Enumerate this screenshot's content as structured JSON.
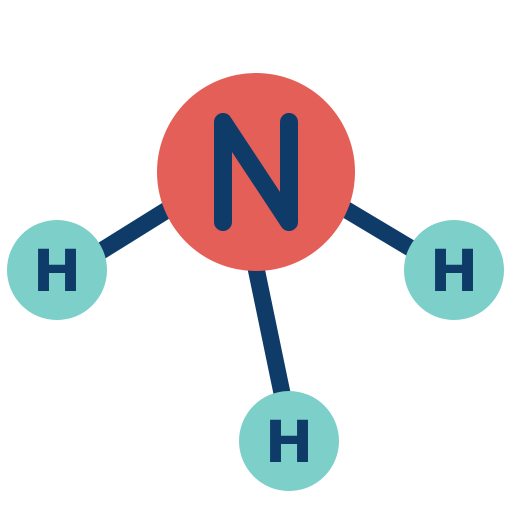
{
  "molecule": {
    "central_atom": {
      "symbol": "N",
      "color": "#E35F58"
    },
    "hydrogen_atoms": [
      {
        "symbol": "H",
        "color": "#7DCFC9"
      },
      {
        "symbol": "H",
        "color": "#7DCFC9"
      },
      {
        "symbol": "H",
        "color": "#7DCFC9"
      }
    ],
    "bond_color": "#0E3B68",
    "label_color": "#0E3B68"
  }
}
